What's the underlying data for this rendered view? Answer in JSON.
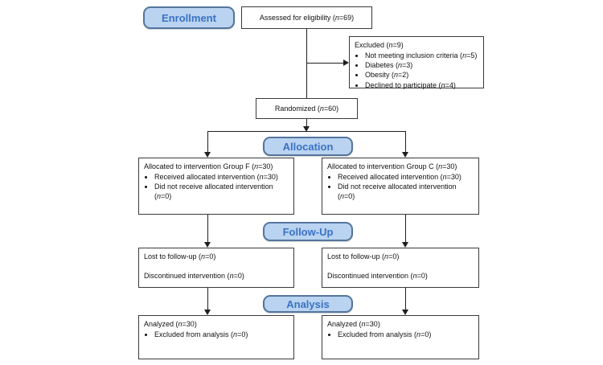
{
  "colors": {
    "badge_fill": "#b9d3f0",
    "badge_border": "#54759e",
    "badge_text": "#3b72c4",
    "box_border": "#3a3a3a",
    "line": "#1f1f1f"
  },
  "flow": {
    "enrollment": {
      "badge": "Enrollment"
    },
    "assessed": {
      "text": "Assessed for eligibility (*n*=69)"
    },
    "excluded": {
      "title": "Excluded (*n*=9)",
      "items": [
        "Not meeting inclusion criteria (*n*=5)",
        "Diabetes (*n*=3)",
        "Obesity (*n*=2)",
        "Declined to participate (*n*=4)"
      ]
    },
    "randomized": {
      "text": "Randomized (*n*=60)"
    },
    "allocation": {
      "badge": "Allocation",
      "left": {
        "title": "Allocated to intervention Group F (*n*=30)",
        "items": [
          "Received allocated intervention (*n*=30)",
          "Did not receive allocated intervention (*n*=0)"
        ]
      },
      "right": {
        "title": "Allocated to intervention Group C (*n*=30)",
        "items": [
          "Received allocated intervention (*n*=30)",
          "Did not receive allocated intervention (*n*=0)"
        ]
      }
    },
    "followup": {
      "badge": "Follow-Up",
      "left": {
        "line1": "Lost to follow-up (*n*=0)",
        "line2": "Discontinued intervention (*n*=0)"
      },
      "right": {
        "line1": "Lost to follow-up (*n*=0)",
        "line2": "Discontinued intervention (*n*=0)"
      }
    },
    "analysis": {
      "badge": "Analysis",
      "left": {
        "title": "Analyzed (*n*=30)",
        "items": [
          "Excluded from analysis (*n*=0)"
        ]
      },
      "right": {
        "title": "Analyzed (*n*=30)",
        "items": [
          "Excluded from analysis (*n*=0)"
        ]
      }
    }
  }
}
